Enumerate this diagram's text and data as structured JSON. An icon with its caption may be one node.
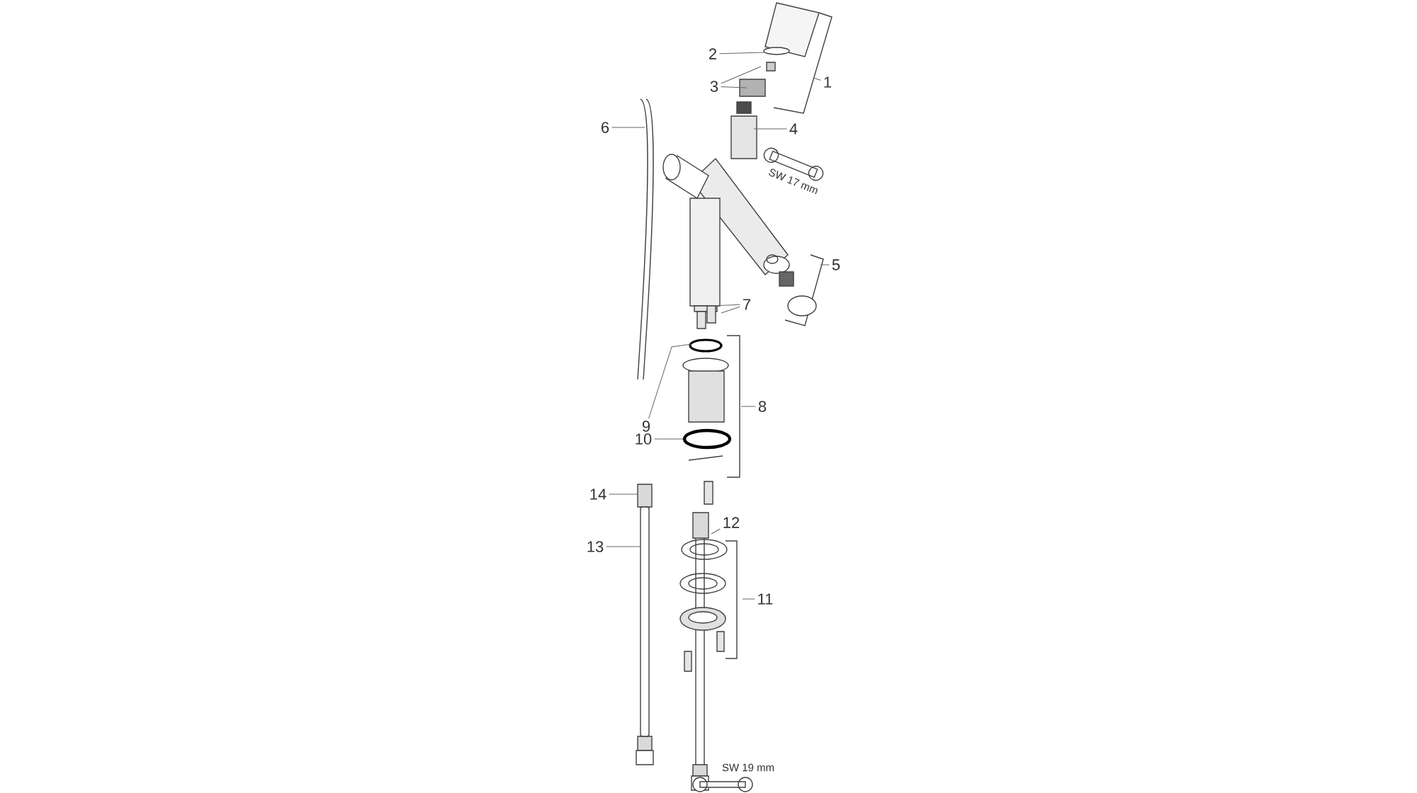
{
  "diagram": {
    "nodes": [
      {
        "text": [
          "1"
        ]
      },
      {
        "text": [
          "2"
        ]
      },
      {
        "text": [
          "3"
        ]
      },
      {
        "text": [
          "4"
        ]
      },
      {
        "text": [
          "5"
        ]
      },
      {
        "text": [
          "6"
        ]
      },
      {
        "text": [
          "7"
        ]
      },
      {
        "text": [
          "8"
        ]
      },
      {
        "text": [
          "9"
        ]
      },
      {
        "text": [
          "10"
        ]
      },
      {
        "text": [
          "11"
        ]
      },
      {
        "text": [
          "12"
        ]
      },
      {
        "text": [
          "13"
        ]
      },
      {
        "text": [
          "14"
        ]
      },
      {
        "text": [],
        "shape": "box"
      },
      {
        "text": [],
        "shape": "bar"
      }
    ],
    "edges": [
      {
        "from": 0,
        "to": null,
        "arrow": "none"
      },
      {
        "from": 1,
        "to": null,
        "arrow": "none"
      },
      {
        "from": 2,
        "to": null,
        "arrow": "none"
      },
      {
        "from": 2,
        "to": null,
        "arrow": "none"
      },
      {
        "from": 3,
        "to": null,
        "arrow": "none"
      },
      {
        "from": 4,
        "to": null,
        "arrow": "none"
      },
      {
        "from": 5,
        "to": null,
        "arrow": "none"
      },
      {
        "from": 6,
        "to": null,
        "arrow": "none"
      },
      {
        "from": 6,
        "to": null,
        "arrow": "none"
      },
      {
        "from": 7,
        "to": null,
        "arrow": "none"
      },
      {
        "from": 8,
        "to": null,
        "arrow": "none"
      },
      {
        "from": 9,
        "to": null,
        "arrow": "none"
      },
      {
        "from": 10,
        "to": null,
        "arrow": "none"
      },
      {
        "from": 11,
        "to": null,
        "arrow": "none"
      },
      {
        "from": 12,
        "to": 15,
        "arrow": "none"
      },
      {
        "from": 13,
        "to": 14,
        "arrow": "none"
      }
    ],
    "labels": [
      "SW 17 mm",
      "SW 19 mm"
    ]
  }
}
